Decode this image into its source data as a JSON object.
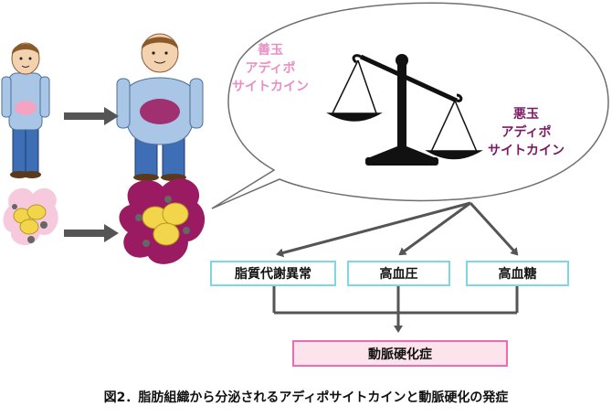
{
  "good_adipocytokine": {
    "lines": [
      "善玉",
      "アディポ",
      "サイトカイン"
    ],
    "color": "#e88fc3"
  },
  "bad_adipocytokine": {
    "lines": [
      "悪玉",
      "アディポ",
      "サイトカイン"
    ],
    "color": "#7a1a64"
  },
  "conditions": {
    "dyslipidemia": "脂質代謝異常",
    "hypertension": "高血圧",
    "hyperglycemia": "高血糖"
  },
  "outcome": "動脈硬化症",
  "caption": "図2．脂肪組織から分泌されるアディポサイトカインと動脈硬化の発症",
  "colors": {
    "condition_border": "#7fd6e4",
    "outcome_border": "#f06ab0",
    "outcome_fill": "#fde3ec",
    "fat_tissue": "#9b1b63",
    "fat_cells": "#f2d54a"
  }
}
